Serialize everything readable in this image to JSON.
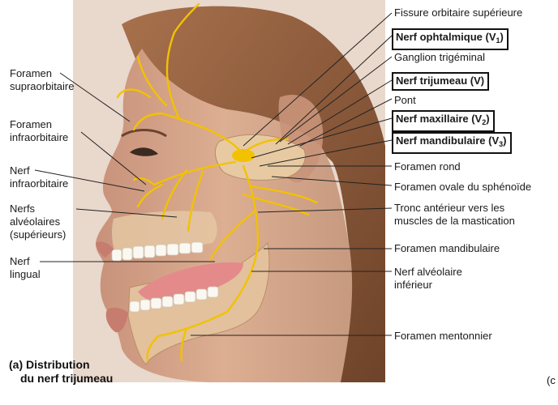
{
  "labels_right": [
    {
      "id": "fissure",
      "text": "Fissure orbitaire supérieure"
    },
    {
      "id": "ganglion",
      "text": "Ganglion trigéminal"
    },
    {
      "id": "pont",
      "text": "Pont"
    },
    {
      "id": "foramen-rond",
      "text": "Foramen rond"
    },
    {
      "id": "foramen-ovale",
      "text": "Foramen ovale du sphénoïde"
    },
    {
      "id": "tronc",
      "line1": "Tronc antérieur vers les",
      "line2": "muscles de la mastication"
    },
    {
      "id": "foramen-mandibulaire",
      "text": "Foramen mandibulaire"
    },
    {
      "id": "nerf-alveolaire",
      "line1": "Nerf alvéolaire",
      "line2": "inférieur"
    },
    {
      "id": "foramen-mentonnier",
      "text": "Foramen mentonnier"
    }
  ],
  "boxed_labels": {
    "ophtalmique": {
      "text": "Nerf ophtalmique (V",
      "sub": "1",
      "close": ")"
    },
    "trijumeau": {
      "text": "Nerf trijumeau (V)"
    },
    "maxillaire": {
      "text": "Nerf maxillaire (V",
      "sub": "2",
      "close": ")"
    },
    "mandibulaire": {
      "text": "Nerf mandibulaire (V",
      "sub": "3",
      "close": ")"
    }
  },
  "labels_left": {
    "supraorbitaire": {
      "line1": "Foramen",
      "line2": "supraorbitaire"
    },
    "infraorbitaire": {
      "line1": "Foramen",
      "line2": "infraorbitaire"
    },
    "nerf_infraorbitaire": {
      "line1": "Nerf",
      "line2": "infraorbitaire"
    },
    "alveolaires": {
      "line1": "Nerfs",
      "line2": "alvéolaires",
      "line3": "(supérieurs)"
    },
    "lingual": {
      "line1": "Nerf",
      "line2": "lingual"
    }
  },
  "caption": {
    "line1": "(a) Distribution",
    "line2": "du nerf trijumeau"
  },
  "edge_letter": "(c",
  "colors": {
    "nerve": "#f2c200",
    "skin": "#d9a98a",
    "hair": "#8a5a3c",
    "background": "#ffffff"
  }
}
